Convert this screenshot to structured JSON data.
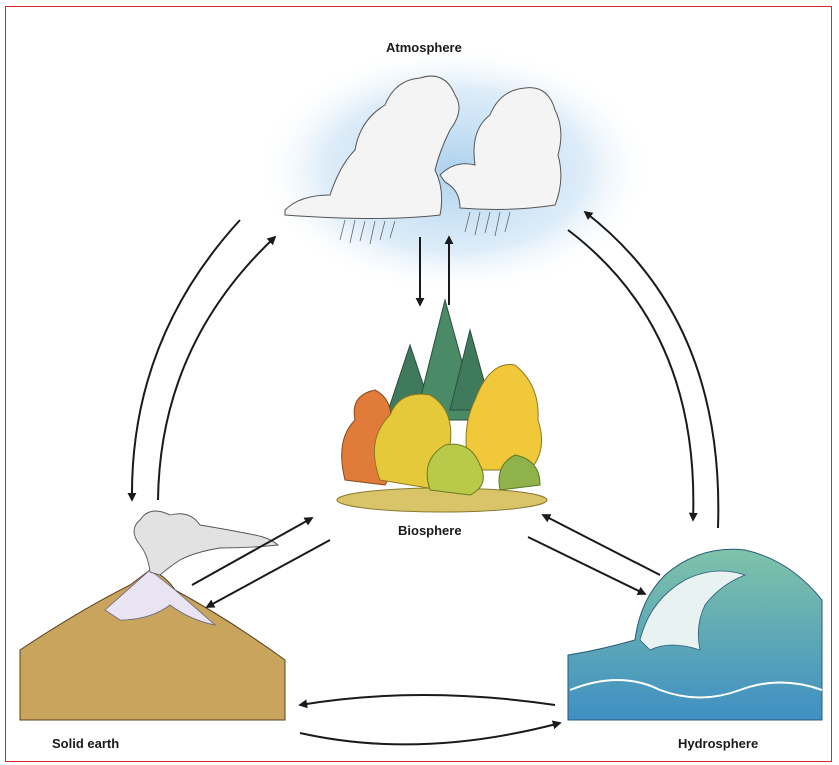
{
  "labels": {
    "atmosphere": "Atmosphere",
    "biosphere": "Biosphere",
    "solid_earth": "Solid earth",
    "hydrosphere": "Hydrosphere"
  },
  "colors": {
    "frame": "#d42a2a",
    "sky_glow": "#a9cfee",
    "arrow": "#1a1a1a",
    "water": "#5aa6d6",
    "foliage_yellow": "#e6c93a",
    "foliage_orange": "#e07b3a",
    "conifer": "#3f7a5c",
    "volcano_rock": "#c9a45c"
  }
}
